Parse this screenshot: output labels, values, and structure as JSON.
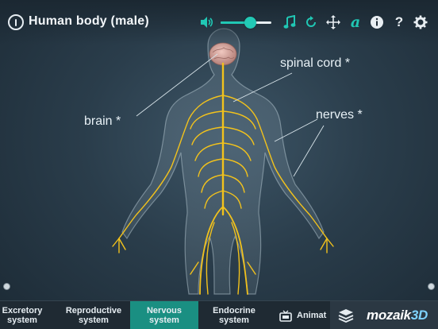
{
  "app": {
    "title": "Human body (male)"
  },
  "toolbar": {
    "volume_level_percent": 58,
    "icons": [
      "info-icon",
      "speaker-icon",
      "music-note-icon",
      "reset-icon",
      "move-arrows-icon",
      "text-label-icon",
      "info-circle-icon",
      "help-icon",
      "settings-icon"
    ]
  },
  "labels": {
    "brain": "brain *",
    "spinal_cord": "spinal cord *",
    "nerves": "nerves *"
  },
  "tabs": [
    {
      "line1": "Excretory",
      "line2": "system",
      "active": false
    },
    {
      "line1": "Reproductive",
      "line2": "system",
      "active": false
    },
    {
      "line1": "Nervous",
      "line2": "system",
      "active": true
    },
    {
      "line1": "Endocrine",
      "line2": "system",
      "active": false
    },
    {
      "line1": "Animat",
      "line2": "",
      "active": false
    }
  ],
  "brand": {
    "name_main": "mozaik",
    "name_accent": "3D"
  },
  "colors": {
    "accent": "#20c7b4",
    "active_tab": "#1a8f82",
    "nerve": "#f2c21c"
  }
}
